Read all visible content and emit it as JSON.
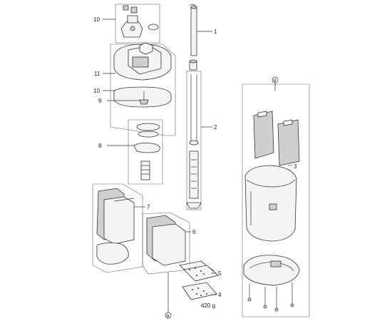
{
  "callouts": {
    "c1": "1",
    "c2": "2",
    "c3": "3",
    "c4": "4",
    "c5": "5",
    "c6": "6",
    "c7": "7",
    "c8": "8",
    "c9": "9",
    "c10_top": "10",
    "c10_mid": "10",
    "c11": "11"
  },
  "markers": {
    "a_right": "a",
    "a_bottom": "a"
  },
  "weight_label": "420 g"
}
